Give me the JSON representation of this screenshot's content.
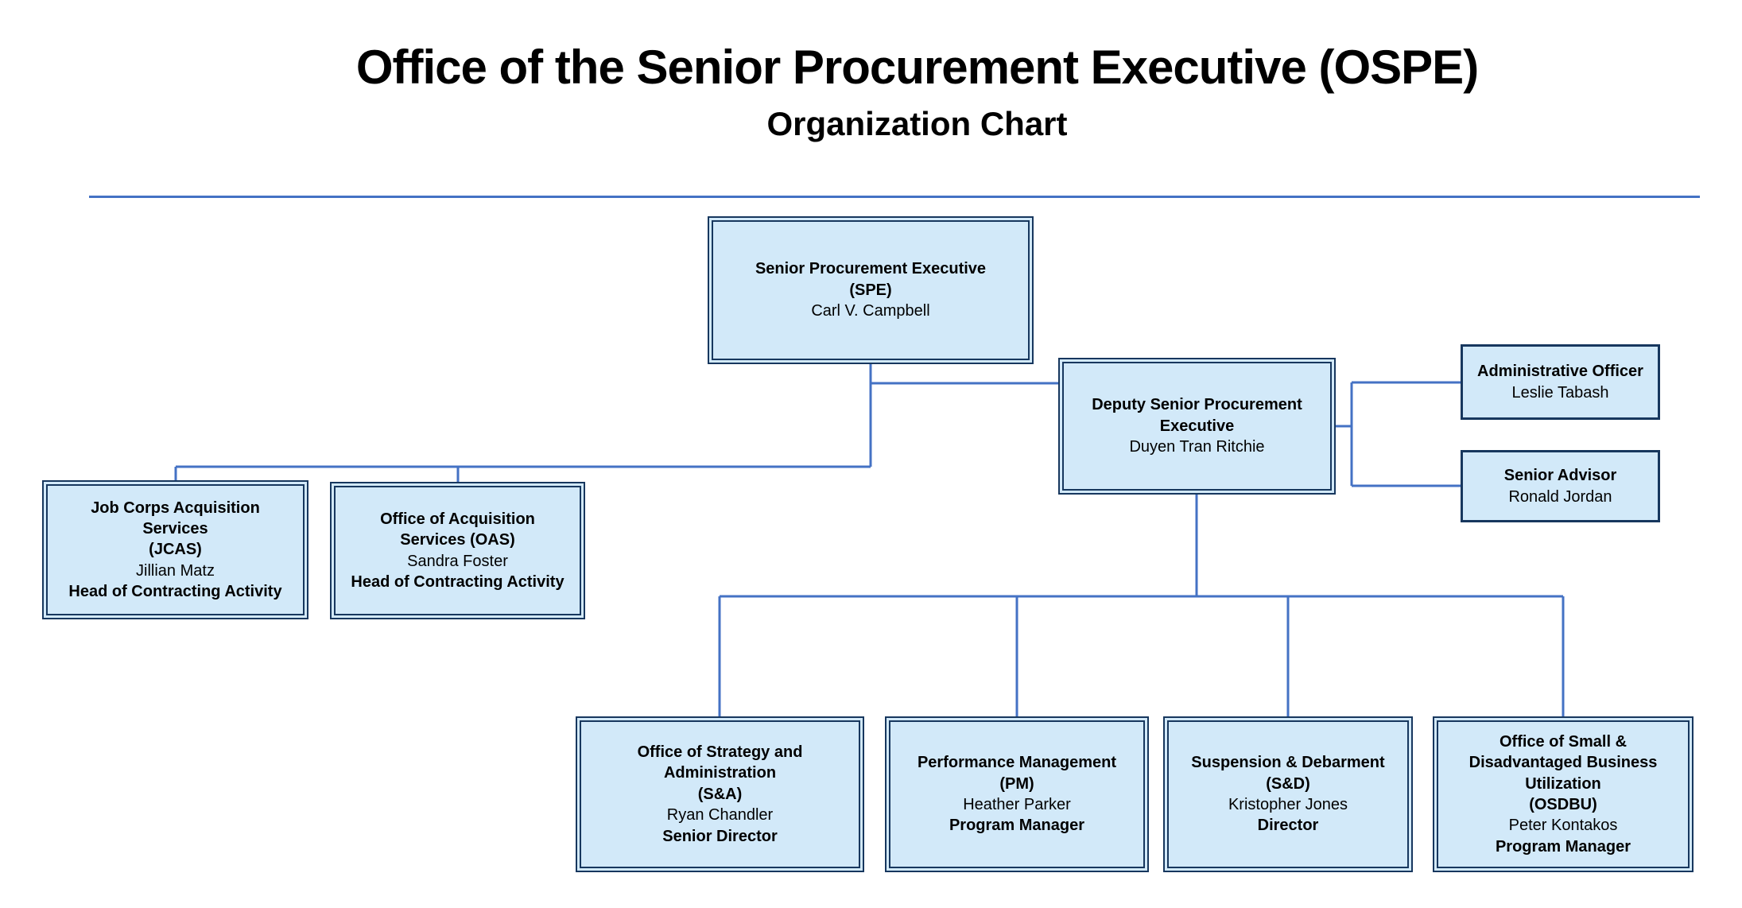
{
  "header": {
    "title": "Office of the Senior Procurement Executive (OSPE)",
    "subtitle": "Organization Chart"
  },
  "colors": {
    "box_fill": "#d2e9f9",
    "box_border": "#17375e",
    "connector_line": "#4472c4",
    "title_divider": "#4472c4"
  },
  "boxes": {
    "spe": {
      "title": "Senior Procurement Executive\n(SPE)",
      "name": "Carl V. Campbell"
    },
    "deputy": {
      "title": "Deputy Senior Procurement\nExecutive",
      "name": "Duyen Tran Ritchie"
    },
    "admin_officer": {
      "title": "Administrative Officer",
      "name": "Leslie Tabash"
    },
    "senior_advisor": {
      "title": "Senior Advisor",
      "name": "Ronald Jordan"
    },
    "jcas": {
      "title": "Job Corps Acquisition\nServices\n(JCAS)",
      "name": "Jillian Matz",
      "role": "Head of Contracting Activity"
    },
    "oas": {
      "title": "Office of Acquisition\nServices (OAS)",
      "name": "Sandra Foster",
      "role": "Head of Contracting Activity"
    },
    "sa": {
      "title": "Office of Strategy and\nAdministration\n(S&A)",
      "name": "Ryan Chandler",
      "role": "Senior Director"
    },
    "pm": {
      "title": "Performance Management\n(PM)",
      "name": "Heather Parker",
      "role": "Program Manager"
    },
    "sd": {
      "title": "Suspension & Debarment\n(S&D)",
      "name": "Kristopher Jones",
      "role": "Director"
    },
    "osdbu": {
      "title": "Office of Small &\nDisadvantaged Business\nUtilization\n(OSDBU)",
      "name": "Peter Kontakos",
      "role": "Program Manager"
    }
  },
  "relationships": [
    {
      "from": "Senior Procurement Executive (SPE)",
      "to": "Deputy Senior Procurement Executive"
    },
    {
      "from": "Senior Procurement Executive (SPE)",
      "to": "Job Corps Acquisition Services (JCAS)"
    },
    {
      "from": "Senior Procurement Executive (SPE)",
      "to": "Office of Acquisition Services (OAS)"
    },
    {
      "from": "Deputy Senior Procurement Executive",
      "to": "Administrative Officer"
    },
    {
      "from": "Deputy Senior Procurement Executive",
      "to": "Senior Advisor"
    },
    {
      "from": "Deputy Senior Procurement Executive",
      "to": "Office of Strategy and Administration (S&A)"
    },
    {
      "from": "Deputy Senior Procurement Executive",
      "to": "Performance Management (PM)"
    },
    {
      "from": "Deputy Senior Procurement Executive",
      "to": "Suspension & Debarment (S&D)"
    },
    {
      "from": "Deputy Senior Procurement Executive",
      "to": "Office of Small & Disadvantaged Business Utilization (OSDBU)"
    }
  ]
}
